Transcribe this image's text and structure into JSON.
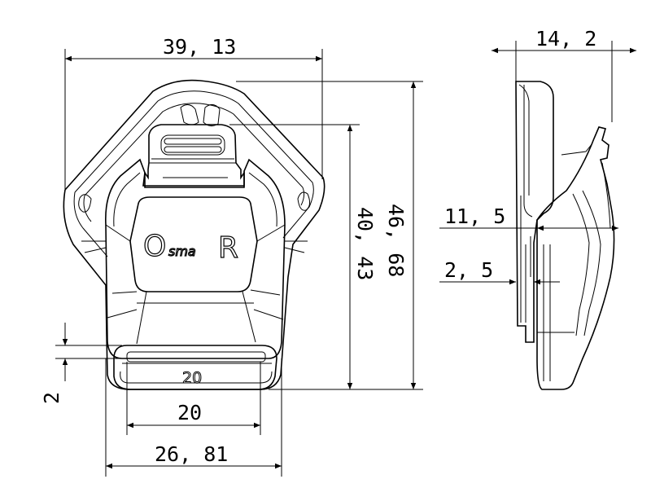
{
  "dimensions": {
    "top_width": "39, 13",
    "side_depth": "14, 2",
    "inner_height": "40, 43",
    "total_height": "46, 68",
    "side_offset_a": "11, 5",
    "side_offset_b": "2, 5",
    "slot_height": "2",
    "slot_width": "20",
    "bottom_width": "26, 81"
  },
  "part_labels": {
    "logo_O": "O",
    "logo_middle": "sma",
    "logo_R": "R",
    "slot_marking": "20"
  }
}
